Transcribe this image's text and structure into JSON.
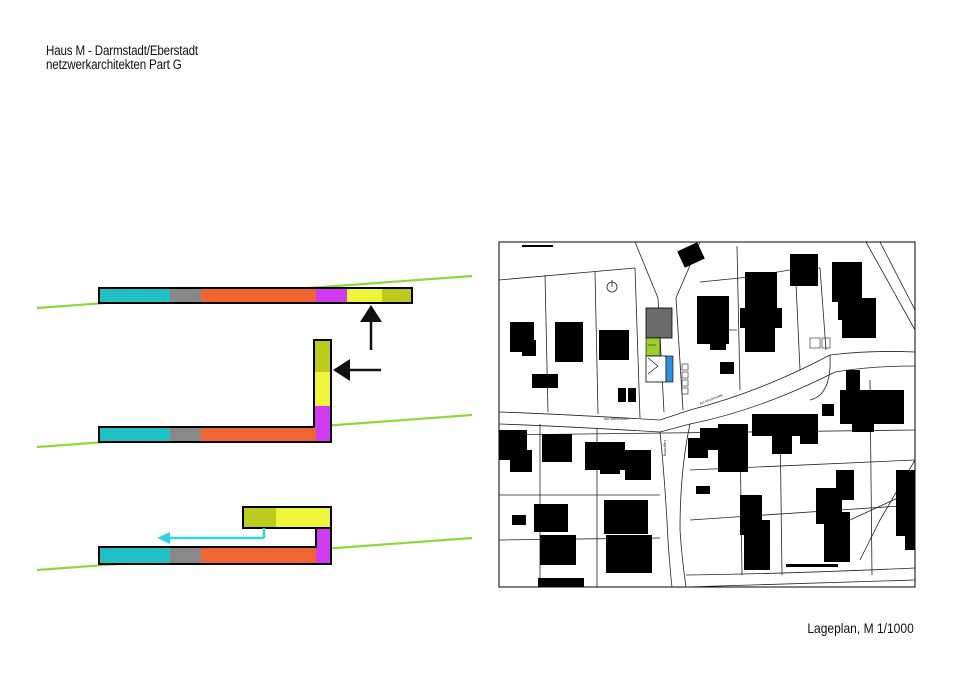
{
  "header": {
    "line1": "Haus M - Darmstadt/Eberstadt",
    "line2": "netzwerkarchitekten Part G"
  },
  "site_plan": {
    "caption": "Lageplan, M 1/1000",
    "street_labels": [
      "Am Waldfrieden",
      "Lagerberg",
      "Am Kirchenweg"
    ]
  },
  "colors": {
    "teal": "#1fc1c4",
    "gray": "#888888",
    "orange": "#f06431",
    "magenta": "#cf3cf0",
    "yellow": "#eef53a",
    "olive": "#bccc1c",
    "terrain_line": "#8ed63a",
    "arrow": "#111111",
    "cyan_arrow": "#2fd3e6",
    "building": "#000000",
    "project_gray": "#6b6b6b",
    "project_blue": "#2b8fe0",
    "project_green": "#9fcc2e"
  }
}
